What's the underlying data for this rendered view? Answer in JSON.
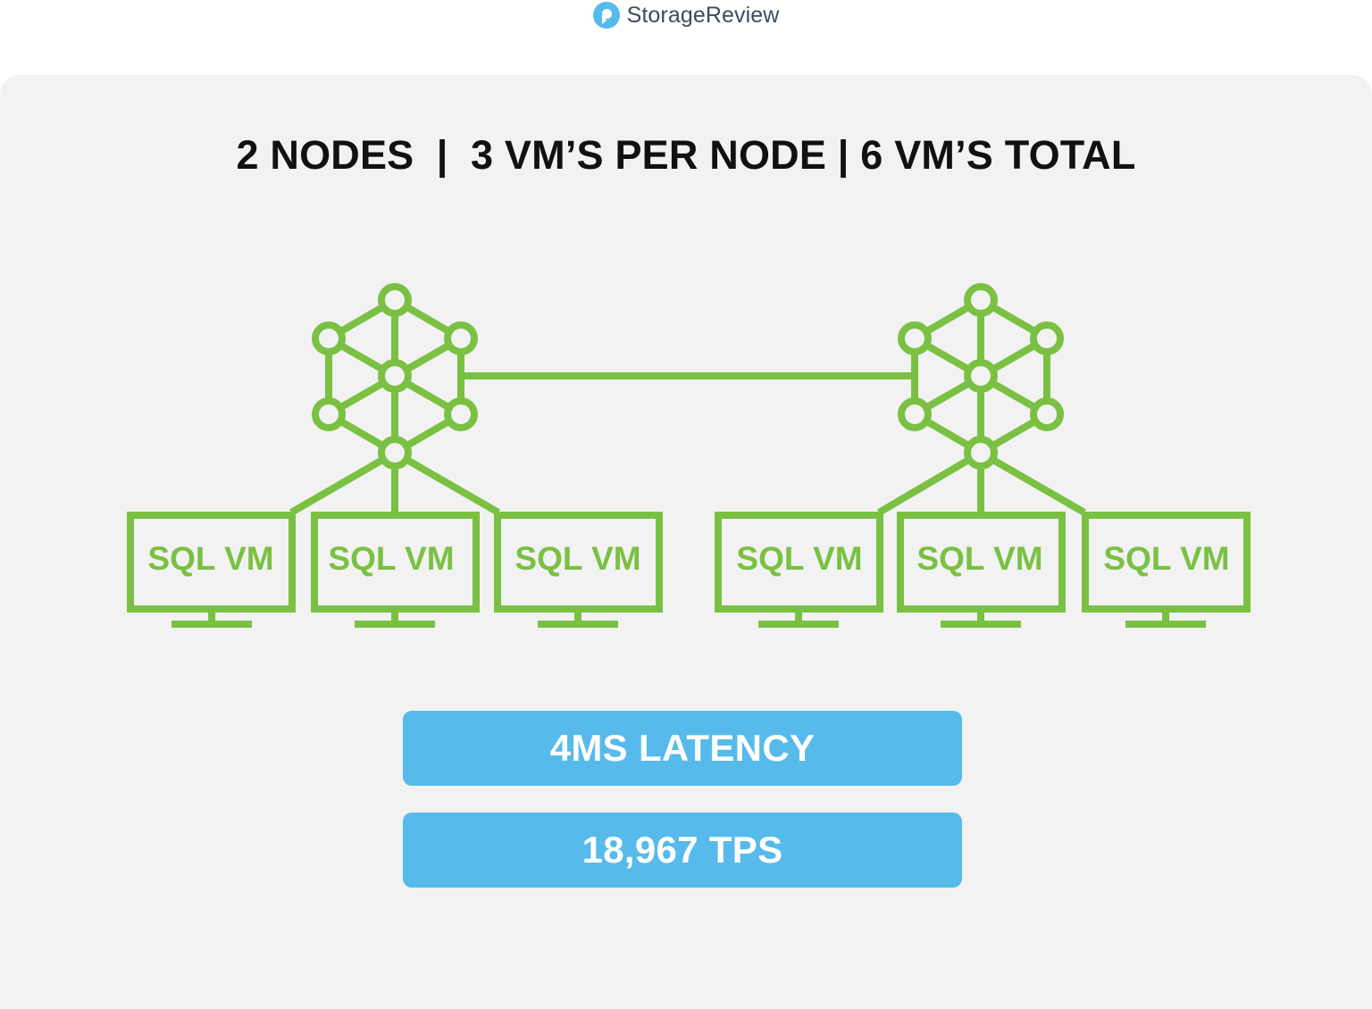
{
  "brand": {
    "name": "StorageReview",
    "logo_icon": "storagereview-logo-icon",
    "logo_color": "#56bbeb"
  },
  "headline": "2 NODES  |  3 VM’S PER NODE | 6 VM’S TOTAL",
  "colors": {
    "panel_background": "#f2f2f2",
    "diagram_green": "#7ac143",
    "metric_blue": "#56bbeb"
  },
  "nodes": [
    {
      "icon": "cluster-node-icon",
      "vms": [
        {
          "label": "SQL VM",
          "icon": "monitor-icon"
        },
        {
          "label": "SQL VM",
          "icon": "monitor-icon"
        },
        {
          "label": "SQL VM",
          "icon": "monitor-icon"
        }
      ]
    },
    {
      "icon": "cluster-node-icon",
      "vms": [
        {
          "label": "SQL VM",
          "icon": "monitor-icon"
        },
        {
          "label": "SQL VM",
          "icon": "monitor-icon"
        },
        {
          "label": "SQL VM",
          "icon": "monitor-icon"
        }
      ]
    }
  ],
  "metrics": {
    "latency": "4MS LATENCY",
    "throughput": "18,967 TPS"
  }
}
